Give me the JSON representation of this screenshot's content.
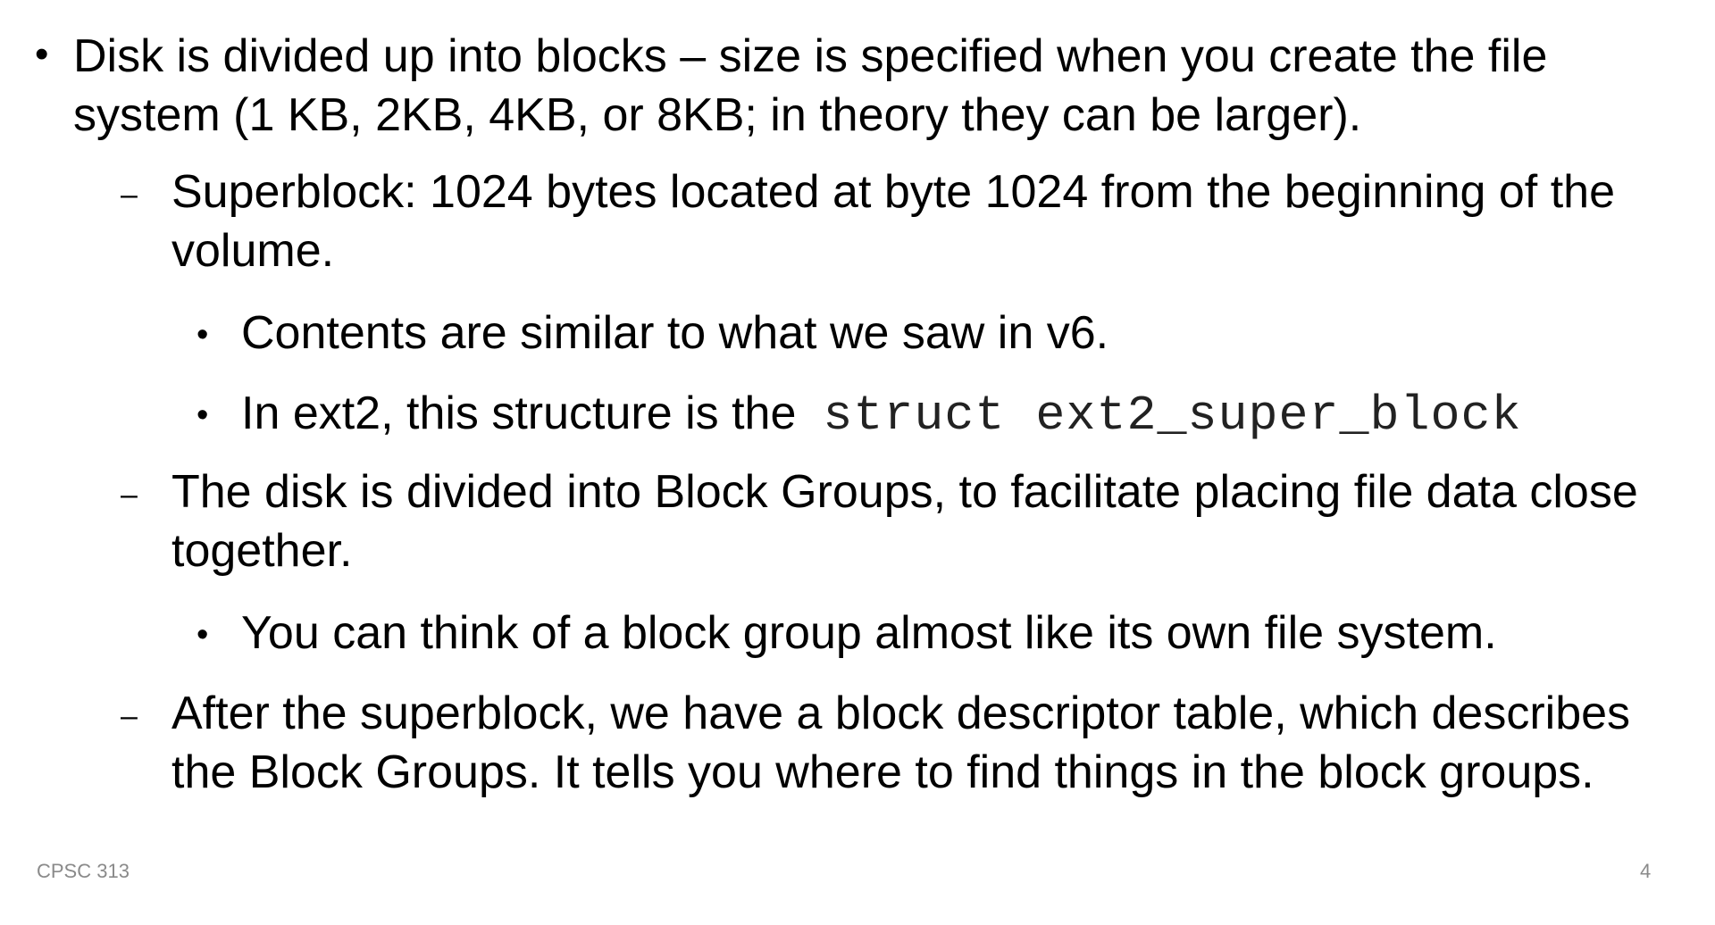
{
  "bullets": {
    "b1": "Disk is divided up into blocks – size is specified when you create the file system (1 KB, 2KB, 4KB, or 8KB; in theory they can be larger).",
    "s1": "Superblock: 1024 bytes located at byte 1024 from the beginning of the volume.",
    "s1_1": "Contents are similar to what we saw in v6.",
    "s1_2_text": "In ext2, this structure is the",
    "s1_2_code": "struct ext2_super_block",
    "s2": "The disk is divided into Block Groups, to facilitate placing file data close together.",
    "s2_1": "You can think of a block group almost like its own file system.",
    "s3": "After the superblock, we have a block descriptor table, which describes the Block Groups. It tells you where to find things in the block groups."
  },
  "markers": {
    "level1": "•",
    "level2": "–",
    "level3": "•"
  },
  "footer": {
    "course": "CPSC 313",
    "page_number": "4"
  }
}
